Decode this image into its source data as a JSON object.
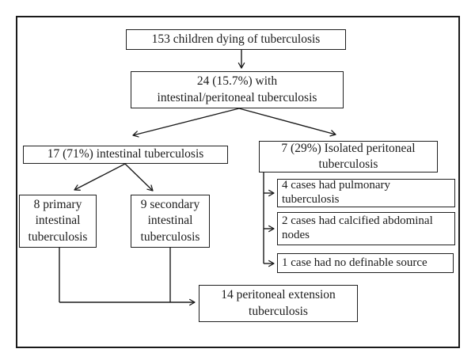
{
  "figure": {
    "description": "Flowchart of tuberculosis findings in children autopsy series",
    "colors": {
      "line": "#1a1a1a",
      "background": "#ffffff",
      "box_background": "#ffffff",
      "text": "#1b1b1b"
    },
    "nodes": {
      "total": "153 children dying of tuberculosis",
      "intestinal_peritoneal": "24 (15.7%) with\nintestinal/peritoneal tuberculosis",
      "intestinal": "17 (71%) intestinal tuberculosis",
      "isolated_peritoneal": "7 (29%) Isolated peritoneal\ntuberculosis",
      "primary_intestinal": "8 primary\nintestinal\ntuberculosis",
      "secondary_intestinal": "9 secondary\nintestinal\ntuberculosis",
      "pulmonary_cases": "4 cases had pulmonary\ntuberculosis",
      "calcified_nodes": "2 cases had calcified abdominal\nnodes",
      "no_source": "1 case had no definable source",
      "peritoneal_extension": "14 peritoneal extension\ntuberculosis"
    }
  }
}
